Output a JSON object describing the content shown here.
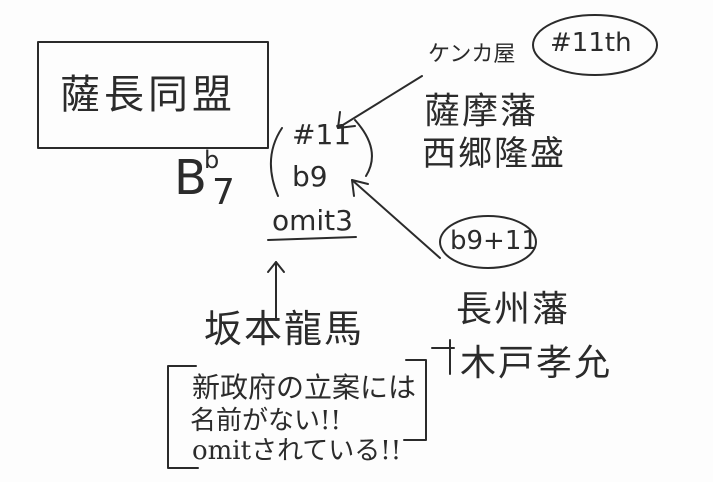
{
  "title": "薩長同盟",
  "chord": {
    "root": "B",
    "flat": "b",
    "seventh": "7"
  },
  "tensions": [
    "#11",
    "b9",
    "omit3"
  ],
  "satsuma": {
    "tag": "#11th",
    "note": "ケンカ屋",
    "domain": "薩摩藩",
    "person": "西郷隆盛"
  },
  "choshu": {
    "tag": "b9+11",
    "domain": "長州藩",
    "person": "木戸孝允"
  },
  "mediator": "坂本龍馬",
  "memo": [
    "新政府の立案には",
    "名前がない!!",
    "omitされている!!"
  ]
}
